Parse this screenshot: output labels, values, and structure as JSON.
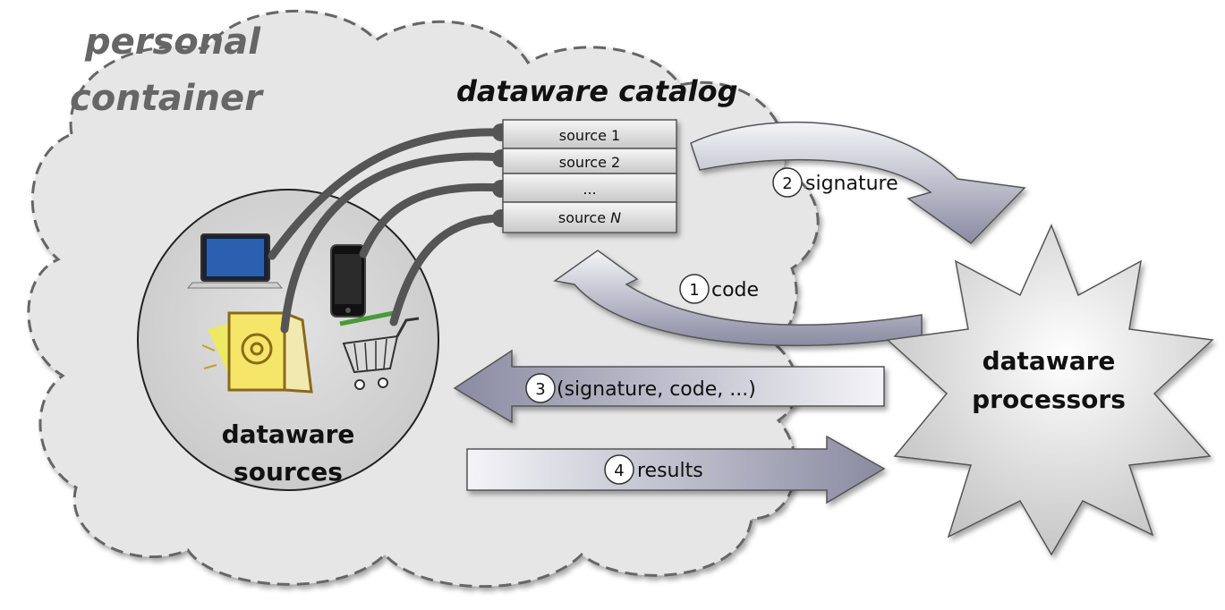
{
  "container": {
    "label_line1": "personal",
    "label_line2": "container"
  },
  "catalog": {
    "title": "dataware catalog",
    "rows": [
      "source 1",
      "source 2",
      "...",
      "source N"
    ]
  },
  "sources": {
    "label_line1": "dataware",
    "label_line2": "sources"
  },
  "processors": {
    "label_line1": "dataware",
    "label_line2": "processors"
  },
  "steps": [
    {
      "number": "1",
      "label": "code"
    },
    {
      "number": "2",
      "label": "signature"
    },
    {
      "number": "3",
      "label": "(signature, code, ...)"
    },
    {
      "number": "4",
      "label": "results"
    }
  ],
  "colors": {
    "cloud_fill": "#e6e6e6",
    "cloud_stroke": "#666666",
    "arrow_light": "#f2f2f6",
    "arrow_dark": "#8c8ca4",
    "cable": "#555555"
  }
}
